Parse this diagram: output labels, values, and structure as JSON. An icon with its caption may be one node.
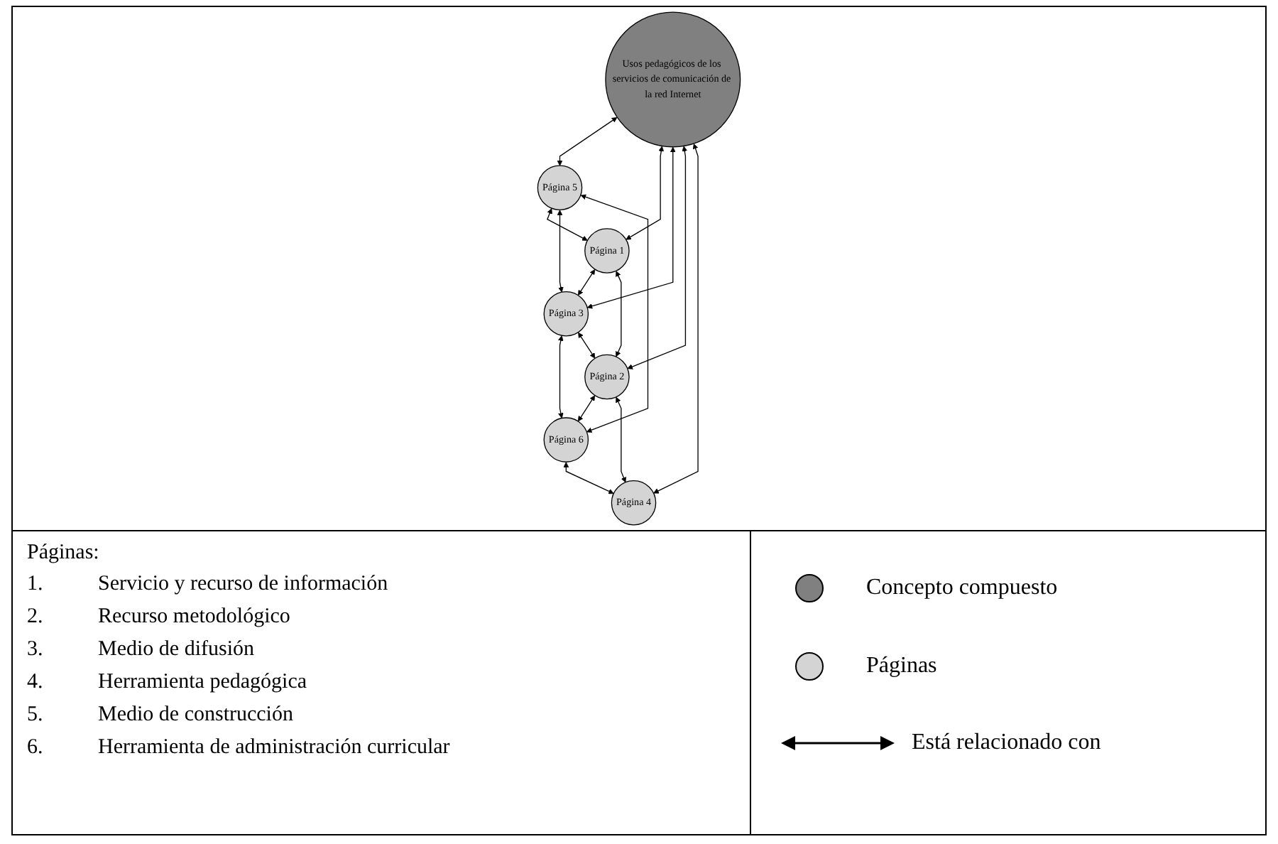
{
  "diagram": {
    "nodes": [
      {
        "text": [
          "Usos pedagógicos de los servicios de comunicación de la red Internet"
        ]
      },
      {
        "text": [
          "Página 5"
        ]
      },
      {
        "text": [
          "Página 6"
        ]
      },
      {
        "text": [
          "Página 1"
        ]
      },
      {
        "text": [
          "Página 3"
        ]
      },
      {
        "text": [
          "Página 2"
        ]
      },
      {
        "text": [
          "Página 4"
        ]
      }
    ],
    "edges": [
      {
        "from": 0,
        "to": 1,
        "arrow": "both"
      },
      {
        "from": 0,
        "to": 3,
        "arrow": "both"
      },
      {
        "from": 0,
        "to": 4,
        "arrow": "both"
      },
      {
        "from": 0,
        "to": 5,
        "arrow": "both"
      },
      {
        "from": 0,
        "to": 6,
        "arrow": "both"
      },
      {
        "from": 1,
        "to": 3,
        "arrow": "both"
      },
      {
        "from": 1,
        "to": 4,
        "arrow": "both"
      },
      {
        "from": 1,
        "to": 2,
        "arrow": "both"
      },
      {
        "from": 3,
        "to": 4,
        "arrow": "both"
      },
      {
        "from": 3,
        "to": 5,
        "arrow": "both"
      },
      {
        "from": 4,
        "to": 2,
        "arrow": "both"
      },
      {
        "from": 4,
        "to": 5,
        "arrow": "both"
      },
      {
        "from": 5,
        "to": 2,
        "arrow": "both"
      },
      {
        "from": 5,
        "to": 6,
        "arrow": "both"
      },
      {
        "from": 2,
        "to": 6,
        "arrow": "both"
      }
    ],
    "labels": [
      "Páginas:",
      "1.",
      "Servicio y recurso de información",
      "2.",
      "Recurso metodológico",
      "3.",
      "Medio de difusión",
      "4.",
      "Herramienta pedagógica",
      "5.",
      "Medio de construcción",
      "6.",
      "Herramienta de administración curricular"
    ],
    "legend": [
      {
        "text": "Concepto compuesto",
        "color": "#808080"
      },
      {
        "text": "Páginas",
        "color": "#d4d4d4"
      },
      {
        "text": "Está relacionado con"
      }
    ]
  }
}
